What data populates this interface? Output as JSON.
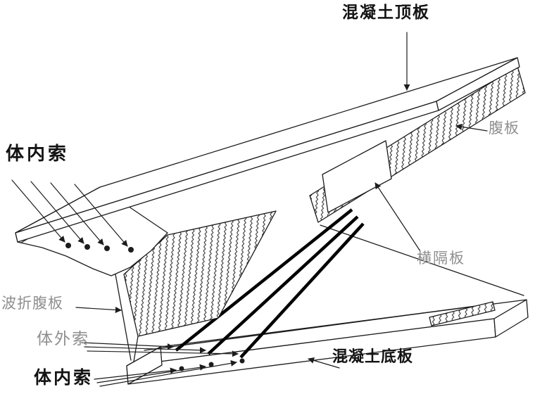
{
  "labels": {
    "top_slab": "混凝土顶板",
    "web": "腹板",
    "internal_tendon_top": "体内索",
    "diaphragm": "横隔板",
    "corrugated_web": "波折腹板",
    "external_tendon": "体外索",
    "bottom_slab": "混凝土底板",
    "internal_tendon_bottom": "体内索"
  },
  "colors": {
    "background": "#ffffff",
    "line": "#1c1c1c",
    "tendon": "#000000",
    "gray_label": "#8f8f8f",
    "black_label": "#131313"
  }
}
